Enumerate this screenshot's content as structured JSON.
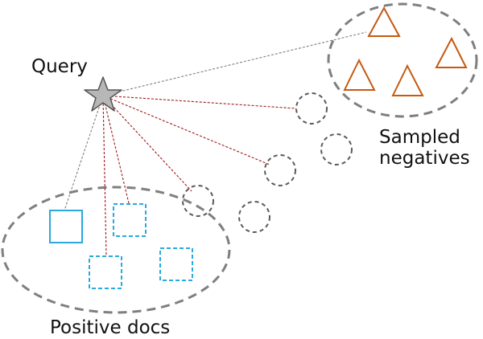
{
  "labels": {
    "query": "Query",
    "sampled_negatives_line1": "Sampled",
    "sampled_negatives_line2": "negatives",
    "positive_docs": "Positive docs"
  },
  "colors": {
    "cluster_outline": "#7f7f7f",
    "query_star_fill": "#b7b7b7",
    "query_star_stroke": "#555555",
    "triangle": "#c55a11",
    "positive_doc_box": "#29a9dd",
    "candidate_circle": "#595959",
    "line_gray": "#808080",
    "line_red": "#a01818"
  },
  "icons": {
    "query": "star-icon",
    "sampled_negative": "triangle-icon",
    "positive_doc": "square-icon",
    "candidate": "circle-icon"
  }
}
